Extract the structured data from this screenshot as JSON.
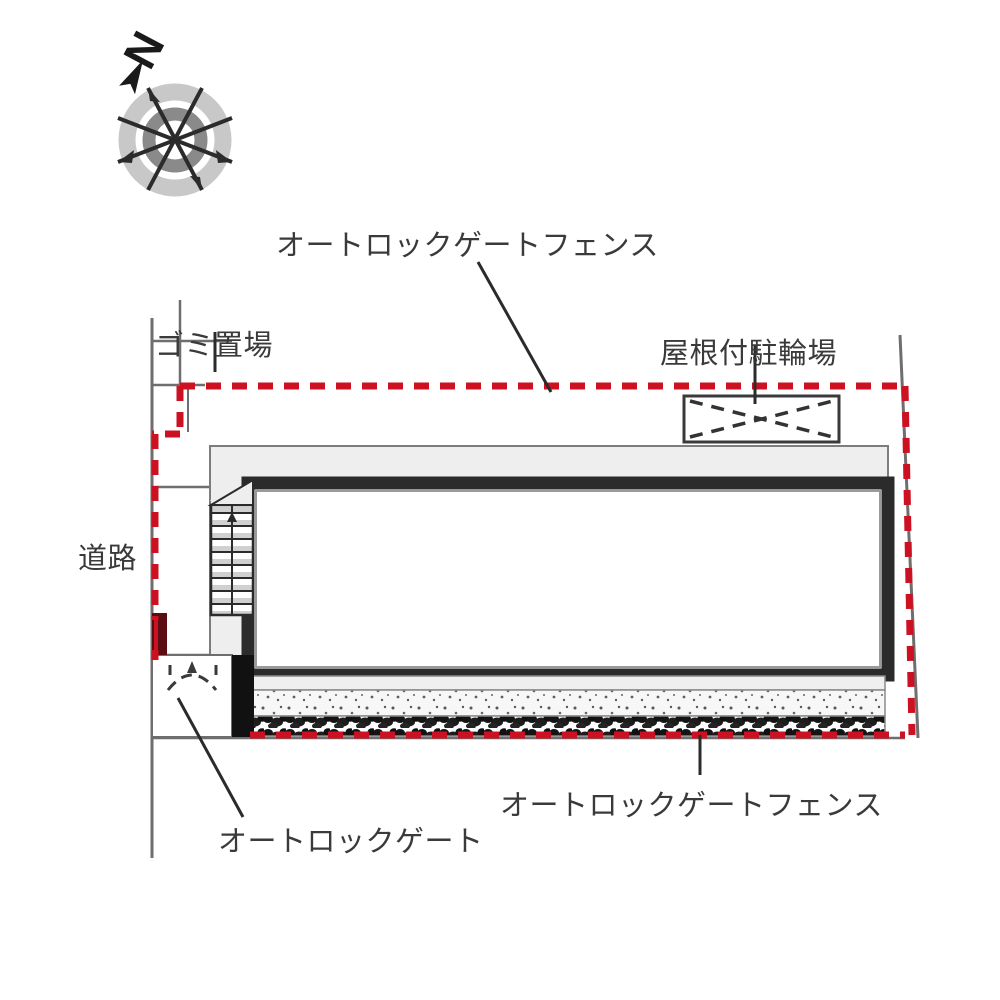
{
  "drawing": {
    "kind": "site-plan",
    "background": "#ffffff",
    "colors": {
      "fence_red": "#cc1122",
      "line_dark": "#2b2b2b",
      "line_gray": "#6e6e6e",
      "roof_fill": "#eeeeee",
      "gravel_fill": "#f4f4f4",
      "hedge_dark": "#1a1a1a",
      "compass_outer_ring": "#c8c8c8",
      "compass_inner_ring": "#8a8a8a",
      "post_dark_red": "#5a0d12"
    }
  },
  "compass": {
    "name": "north-arrow",
    "letter": "N"
  },
  "labels": {
    "fence_top": "オートロックゲートフェンス",
    "trash": "ゴミ置場",
    "bike_parking": "屋根付駐輪場",
    "road": "道路",
    "fence_bottom": "オートロックゲートフェンス",
    "gate": "オートロックゲート"
  },
  "features": [
    {
      "id": "auto-lock-gate-fence-top",
      "label": "オートロックゲートフェンス",
      "style": "red-dashed-line"
    },
    {
      "id": "trash-area",
      "label": "ゴミ置場",
      "style": "notched-enclosure"
    },
    {
      "id": "covered-bicycle-parking",
      "label": "屋根付駐輪場",
      "style": "rectangle-with-dashed-x"
    },
    {
      "id": "road",
      "label": "道路",
      "style": "boundary-line"
    },
    {
      "id": "auto-lock-gate-fence-bottom",
      "label": "オートロックゲートフェンス",
      "style": "red-dashed-line"
    },
    {
      "id": "auto-lock-gate",
      "label": "オートロックゲート",
      "style": "swing-gate-arcs"
    },
    {
      "id": "building",
      "label": "",
      "style": "thick-dark-outline-with-roof-band"
    },
    {
      "id": "stairs",
      "label": "",
      "style": "tread-hatching"
    },
    {
      "id": "gravel-strip",
      "label": "",
      "style": "stipple"
    },
    {
      "id": "hedge-strip",
      "label": "",
      "style": "rough-dark-texture"
    }
  ]
}
